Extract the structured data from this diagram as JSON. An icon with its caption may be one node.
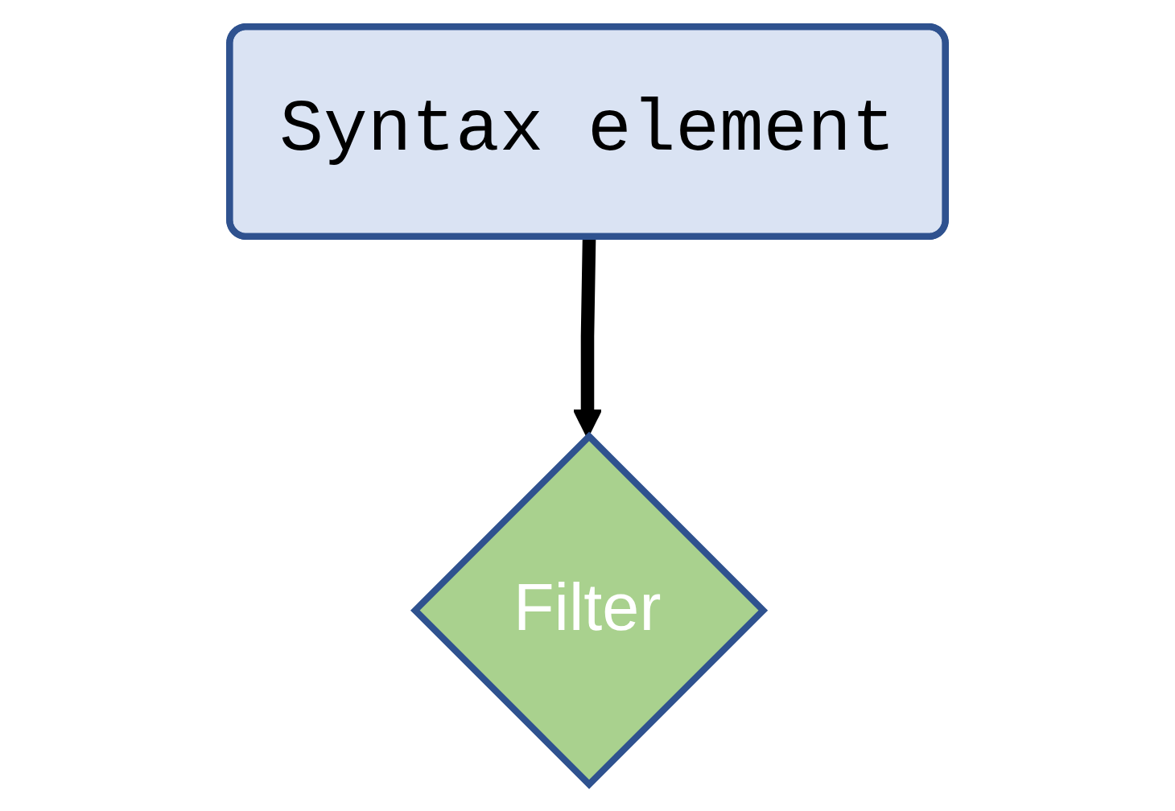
{
  "diagram": {
    "nodes": [
      {
        "text": [
          "Syntax element"
        ]
      },
      {
        "text": [
          "Filter"
        ]
      }
    ],
    "edges": [
      {
        "from": 0,
        "to": 1,
        "arrow": "to"
      }
    ]
  }
}
